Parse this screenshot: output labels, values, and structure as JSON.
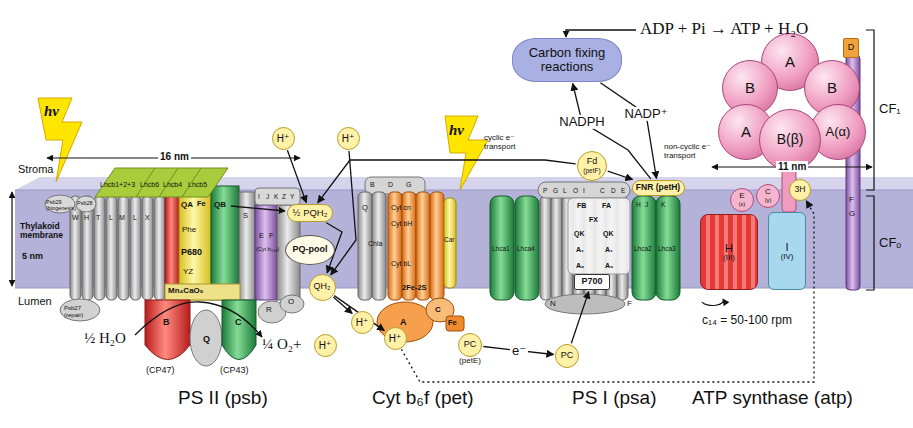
{
  "diagram": {
    "nodes": [
      {
        "text": [
          "Carbon fixing reactions"
        ]
      },
      {
        "text": [
          "H⁺"
        ]
      },
      {
        "text": [
          "H⁺"
        ]
      },
      {
        "text": [
          "½ PQH₂"
        ]
      },
      {
        "text": [
          "PQ-pool"
        ]
      },
      {
        "text": [
          "QH₂"
        ]
      },
      {
        "text": [
          "H⁺"
        ]
      },
      {
        "text": [
          "H⁺"
        ]
      },
      {
        "text": [
          "H⁺"
        ]
      },
      {
        "text": [
          "PC",
          "(petE)"
        ]
      },
      {
        "text": [
          "Fd",
          "(petF)"
        ]
      },
      {
        "text": [
          "FNR (petH)"
        ]
      },
      {
        "text": [
          "PC"
        ]
      },
      {
        "text": [
          "P700"
        ]
      },
      {
        "text": [
          "3H"
        ]
      },
      {
        "text": [
          "A"
        ]
      },
      {
        "text": [
          "B"
        ]
      },
      {
        "text": [
          "B"
        ]
      },
      {
        "text": [
          "A"
        ]
      },
      {
        "text": [
          "A(α)"
        ]
      },
      {
        "text": [
          "B(β)"
        ]
      },
      {
        "text": [
          "D"
        ]
      },
      {
        "text": [
          "E",
          "(ε)"
        ]
      },
      {
        "text": [
          "C",
          "(γ)"
        ]
      },
      {
        "text": [
          "H",
          "(III)"
        ]
      },
      {
        "text": [
          "I",
          "(IV)"
        ]
      }
    ],
    "edges": [
      {
        "from": 1,
        "to": 3,
        "arrow": "to"
      },
      {
        "from": 3,
        "to": 5,
        "arrow": "to"
      },
      {
        "from": 2,
        "to": 5,
        "arrow": "to"
      },
      {
        "from": 5,
        "to": 7,
        "arrow": "to"
      },
      {
        "from": 5,
        "to": 8,
        "arrow": "to"
      },
      {
        "from": 9,
        "to": 12,
        "label": "e⁻",
        "arrow": "to"
      },
      {
        "from": 12,
        "to": 13,
        "arrow": "to"
      },
      {
        "from": 10,
        "to": 3,
        "arrow": "to"
      },
      {
        "from": 10,
        "to": 11,
        "arrow": "to"
      },
      {
        "from": 11,
        "to": 0,
        "label": "NADPH",
        "arrow": "to"
      },
      {
        "from": 0,
        "to": 11,
        "label": "NADP⁺",
        "arrow": "to"
      },
      {
        "from": 8,
        "to": 14,
        "arrow": "to"
      }
    ],
    "labels": [
      "ADP + Pi → ATP + H₂O",
      "cyclic e⁻ transport",
      "non-cyclic e⁻ transport",
      "hv",
      "hv",
      "Stroma",
      "Thylakoid membrane",
      "5 nm",
      "Lumen",
      "16 nm",
      "Lhcb1+2+3",
      "Lhcb6",
      "Lhcb4",
      "Lhcb5",
      "Psb29 (biogenesis)",
      "Psb28",
      "W",
      "H",
      "T",
      "L",
      "M",
      "L",
      "X",
      "QA",
      "Fe",
      "QB",
      "Phe",
      "P680",
      "YZ",
      "Mn₄CaO₅",
      "S",
      "I",
      "J",
      "K",
      "Z",
      "Y",
      "E",
      "F",
      "(Cyt b₅₅₉)",
      "Psb27 (repair)",
      "B",
      "(CP47)",
      "Q",
      "C",
      "(CP43)",
      "R",
      "O",
      "½ H₂O",
      "¼ O₂+",
      "PS II (psb)",
      "Q",
      "B",
      "D",
      "G",
      "Cyt cn",
      "Cyt bH",
      "Chla",
      "Cyt bL",
      "Car",
      "2Fe-2S",
      "C",
      "A",
      "Fe",
      "Cyt b₆f (pet)",
      "Lhca1",
      "Lhca4",
      "Lhca2",
      "Lhca3",
      "P",
      "G",
      "L",
      "O",
      "I",
      "C",
      "D",
      "E",
      "H",
      "J",
      "K",
      "FB",
      "FA",
      "FX",
      "QK",
      "QK",
      "A₁",
      "A₁",
      "A₀",
      "A₀",
      "N",
      "F",
      "PS I (psa)",
      "F",
      "G",
      "11 nm",
      "c₁₄ = 50-100 rpm",
      "CF₁",
      "CFₒ",
      "ATP synthase (atp)"
    ]
  }
}
